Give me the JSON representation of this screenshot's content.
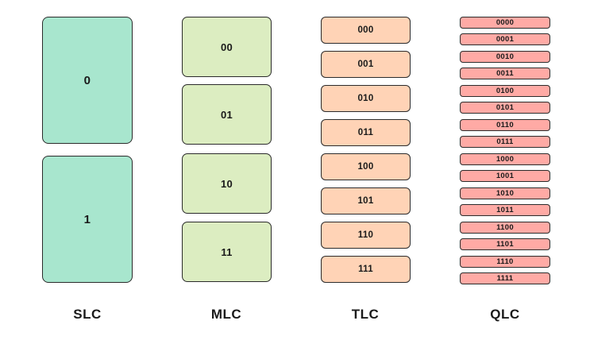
{
  "colors": {
    "slc": "#a8e6ce",
    "mlc": "#dcedc1",
    "tlc": "#ffd3b6",
    "qlc": "#ffaaa5",
    "border": "#2b2b2b"
  },
  "columns": [
    {
      "name": "SLC",
      "states": [
        "0",
        "1"
      ]
    },
    {
      "name": "MLC",
      "states": [
        "00",
        "01",
        "10",
        "11"
      ]
    },
    {
      "name": "TLC",
      "states": [
        "000",
        "001",
        "010",
        "011",
        "100",
        "101",
        "110",
        "111"
      ]
    },
    {
      "name": "QLC",
      "states": [
        "0000",
        "0001",
        "0010",
        "0011",
        "0100",
        "0101",
        "0110",
        "0111",
        "1000",
        "1001",
        "1010",
        "1011",
        "1100",
        "1101",
        "1110",
        "1111"
      ]
    }
  ]
}
